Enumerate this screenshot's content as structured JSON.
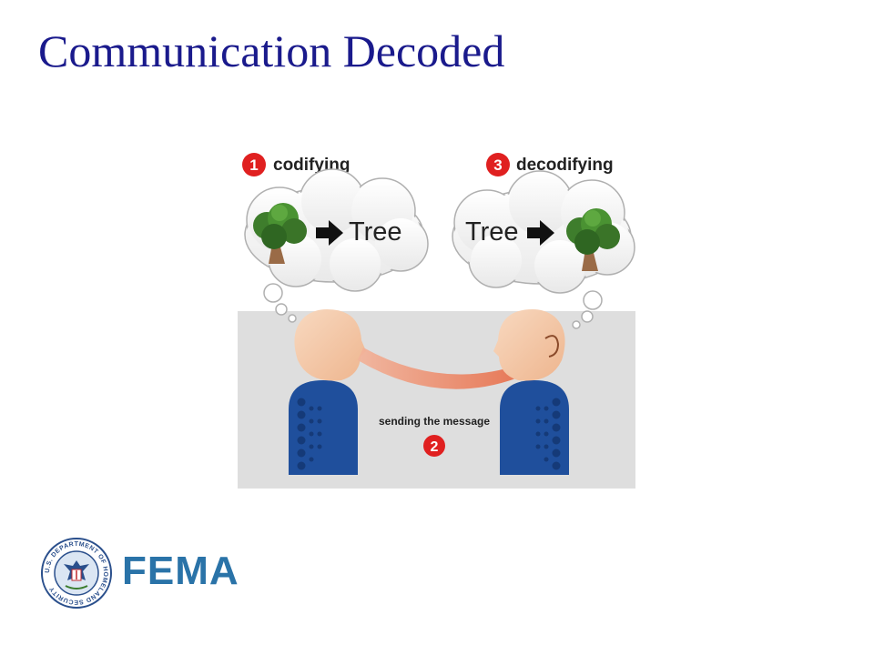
{
  "slide": {
    "title": "Communication Decoded"
  },
  "diagram": {
    "step1": {
      "number": "1",
      "label": "codifying"
    },
    "step2": {
      "number": "2",
      "label": "sending the message"
    },
    "step3": {
      "number": "3",
      "label": "decodifying"
    },
    "sender_thought": {
      "word": "Tree",
      "icon": "tree-icon"
    },
    "receiver_thought": {
      "word": "Tree",
      "icon": "tree-icon"
    }
  },
  "footer": {
    "seal_text": "U.S. DEPARTMENT OF HOMELAND SECURITY",
    "wordmark": "FEMA"
  },
  "colors": {
    "title": "#1a1a8c",
    "step_badge": "#e02020",
    "shirt": "#1f4f9c",
    "head": "#f2c4a0",
    "arrow": "#e8785a",
    "panel": "#dedede",
    "wordmark": "#2a73a8"
  }
}
